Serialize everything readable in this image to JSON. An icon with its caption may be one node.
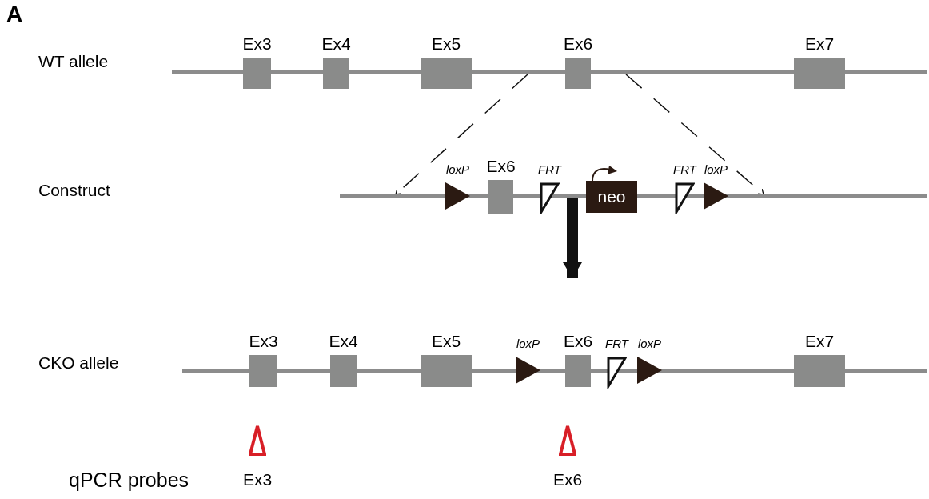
{
  "diagram": {
    "nodes": [
      {
        "text": [],
        "shape": "bar"
      },
      {
        "text": [
          "Ex3"
        ]
      },
      {
        "text": [
          "Ex4"
        ]
      },
      {
        "text": [
          "Ex5"
        ]
      },
      {
        "text": [
          "Ex6"
        ]
      },
      {
        "text": [
          "Ex7"
        ]
      },
      {
        "text": [],
        "shape": "bar"
      },
      {
        "text": [
          "loxP"
        ]
      },
      {
        "text": [
          "Ex6"
        ]
      },
      {
        "text": [
          "FRT"
        ]
      },
      {
        "text": [
          "neo"
        ]
      },
      {
        "text": [
          "FRT"
        ]
      },
      {
        "text": [
          "loxP"
        ]
      },
      {
        "text": [],
        "shape": "bar"
      },
      {
        "text": [
          "Ex3"
        ]
      },
      {
        "text": [
          "Ex4"
        ]
      },
      {
        "text": [
          "Ex5"
        ]
      },
      {
        "text": [
          "loxP"
        ]
      },
      {
        "text": [
          "Ex6"
        ]
      },
      {
        "text": [
          "FRT"
        ]
      },
      {
        "text": [
          "loxP"
        ]
      },
      {
        "text": [
          "Ex7"
        ]
      },
      {
        "text": [
          "Ex3"
        ]
      },
      {
        "text": [
          "Ex6"
        ]
      }
    ],
    "edges": [
      {
        "from": 0,
        "to": 6,
        "arrow": "to",
        "style": "dashed"
      },
      {
        "from": 0,
        "to": 6,
        "arrow": "to",
        "style": "dashed"
      },
      {
        "from": 6,
        "to": null,
        "arrow": "to",
        "style": "thick"
      }
    ],
    "labels": [
      "A",
      "WT allele",
      "Construct",
      "CKO allele",
      "qPCR probes"
    ]
  }
}
